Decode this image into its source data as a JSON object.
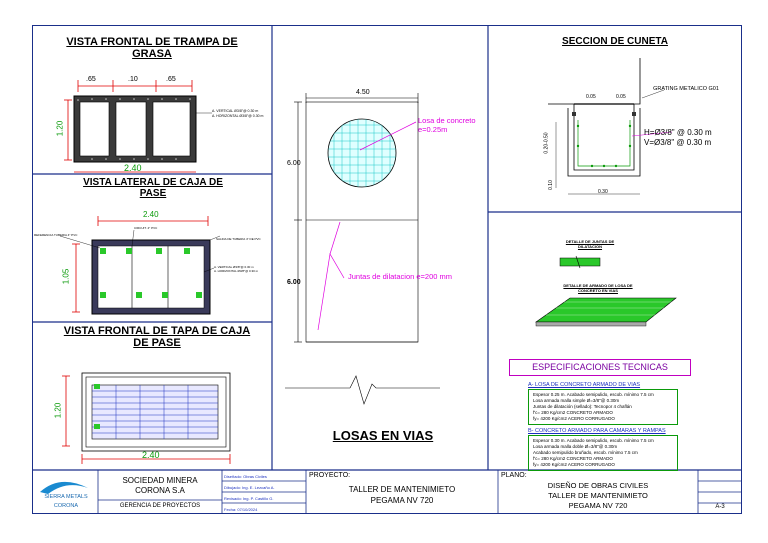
{
  "sections": {
    "trampa_title": "VISTA FRONTAL DE TRAMPA DE GRASA",
    "lateral_title": "VISTA LATERAL DE CAJA DE PASE",
    "tapa_title": "VISTA FRONTAL DE TAPA DE CAJA DE PASE",
    "losas_title": "LOSAS EN VIAS",
    "cuneta_title": "SECCION DE CUNETA"
  },
  "trampa": {
    "dim_a": ".65",
    "dim_b": ".10",
    "dim_c": ".65",
    "height": "1.20",
    "width": "2.40"
  },
  "lateral": {
    "width": "2.40",
    "height": "1.05"
  },
  "tapa": {
    "height": "1.20",
    "width": "2.40"
  },
  "losas": {
    "width": "4.50",
    "height_a": "6.00",
    "height_b": "6.00",
    "note_losa": "Losa de concreto e=0.25m",
    "note_juntas": "Juntas de dilatacion e=200 mm"
  },
  "cuneta": {
    "grating": "GRATING METALICO G01",
    "dim_005a": "0.05",
    "dim_005b": "0.05",
    "v_dim1": "0.20-0.50",
    "v_dim2": "0.10",
    "bottom": "0.30",
    "h_note": "H=Ø3/8\" @ 0.30 m",
    "v_note": "V=Ø3/8\" @ 0.30 m"
  },
  "details": {
    "juntas": "DETALLE DE JUNTAS DE DILATACION",
    "armado": "DETALLE DE ARMADO DE LOSA DE CONCRETO EN VIAS"
  },
  "specs": {
    "header": "ESPECIFICACIONES TECNICAS",
    "a_title": "A- LOSA DE CONCRETO ARMADO DE VIAS",
    "a_lines": [
      "Espesor 0.25 m. Acabado semipulido, escob. mínimo 7.5 cm",
      "Losa armada malla simple Ø=3/8\"@ 0.30m",
      "Juntas de dilatación (sellado): Tecnopor 4 chaflán",
      "f'c= 280 Kg/cm2  CONCRETO ARMADO",
      "fy= 4200 Kg/cm2  ACERO CORRUGADO"
    ],
    "b_title": "B- CONCRETO ARMADO PARA CAMARAS Y RAMPAS",
    "b_lines": [
      "Espesor 0.30 m. Acabado semipulido, escob. mínimo 7.5 cm",
      "Losa armada malla doble Ø=3/8\"@ 0.30m",
      "Acabado semipulido bruñado, escob. mínimo 7.5 cm",
      "f'c= 280 Kg/cm2  CONCRETO ARMADO",
      "fy= 4200 Kg/cm2  ACERO CORRUGADO"
    ]
  },
  "title_block": {
    "logo_text_1": "SIERRA METALS",
    "logo_text_2": "CORONA",
    "company_1": "SOCIEDAD MINERA",
    "company_2": "CORONA S.A",
    "department": "GERENCIA DE PROYECTOS",
    "diseñado": "Diseñado: Obras Civiles",
    "dibujado": "Dibujado: Ing. E. Lezcaño A.",
    "revisado": "Revisado: Ing. P. Castillo G.",
    "fecha": "Fecha: 07/10/2024",
    "proyecto_label": "PROYECTO:",
    "proyecto_1": "TALLER DE MANTENIMIETO",
    "proyecto_2": "PEGAMA NV 720",
    "plano_label": "PLANO:",
    "plano_1": "DISEÑO DE OBRAS CIVILES",
    "plano_2": "TALLER DE MANTENIMIETO",
    "plano_3": "PEGAMA NV 720",
    "sheet_no": "A-3"
  }
}
